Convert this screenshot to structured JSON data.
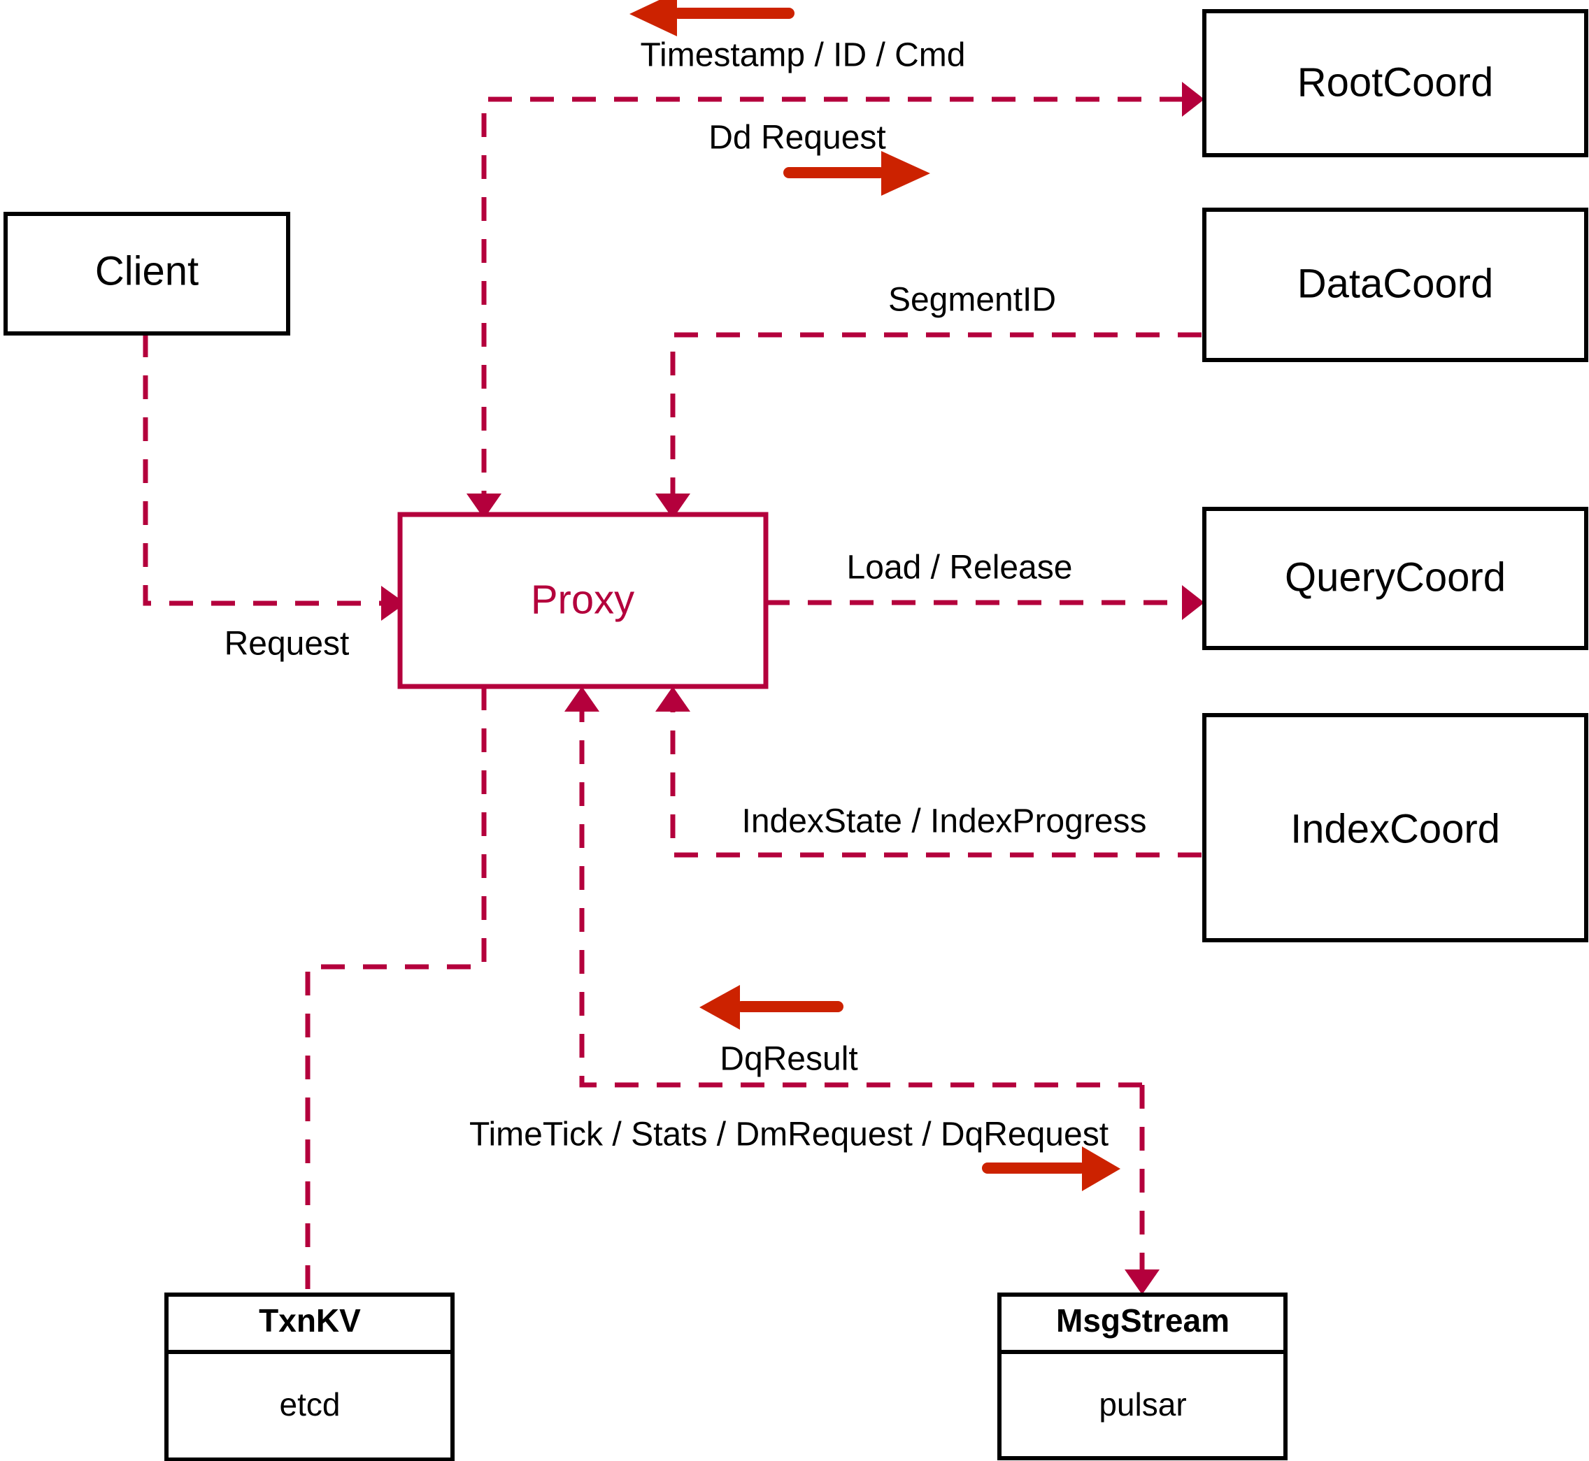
{
  "diagram": {
    "title": "Milvus Proxy interaction diagram",
    "colors": {
      "node_stroke": "#000000",
      "proxy_stroke": "#b4003c",
      "flow_line": "#b4003c",
      "direction_arrow": "#cc2200",
      "background": "#ffffff",
      "text": "#000000"
    },
    "nodes": [
      {
        "id": "client",
        "label": "Client"
      },
      {
        "id": "proxy",
        "label": "Proxy"
      },
      {
        "id": "rootcoord",
        "label": "RootCoord"
      },
      {
        "id": "datacoord",
        "label": "DataCoord"
      },
      {
        "id": "querycoord",
        "label": "QueryCoord"
      },
      {
        "id": "indexcoord",
        "label": "IndexCoord"
      },
      {
        "id": "txnkv",
        "label": "TxnKV",
        "sublabel": "etcd"
      },
      {
        "id": "msgstream",
        "label": "MsgStream",
        "sublabel": "pulsar"
      }
    ],
    "edges": [
      {
        "id": "client-proxy",
        "label": "Request",
        "from": "client",
        "to": "proxy"
      },
      {
        "id": "proxy-rootcoord",
        "label": "Dd Request",
        "from": "proxy",
        "to": "rootcoord"
      },
      {
        "id": "rootcoord-proxy",
        "label": "Timestamp / ID / Cmd",
        "from": "rootcoord",
        "to": "proxy"
      },
      {
        "id": "datacoord-proxy",
        "label": "SegmentID",
        "from": "datacoord",
        "to": "proxy"
      },
      {
        "id": "proxy-querycoord",
        "label": "Load / Release",
        "from": "proxy",
        "to": "querycoord"
      },
      {
        "id": "indexcoord-proxy",
        "label": "IndexState / IndexProgress",
        "from": "indexcoord",
        "to": "proxy"
      },
      {
        "id": "msgstream-proxy",
        "label": "DqResult",
        "from": "msgstream",
        "to": "proxy"
      },
      {
        "id": "proxy-msgstream",
        "label": "TimeTick / Stats / DmRequest / DqRequest",
        "from": "proxy",
        "to": "msgstream"
      },
      {
        "id": "proxy-txnkv",
        "label": "",
        "from": "proxy",
        "to": "txnkv"
      }
    ]
  }
}
